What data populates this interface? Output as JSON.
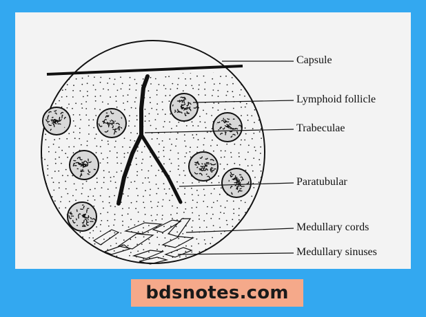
{
  "labels": {
    "capsule": "Capsule",
    "lymphoid_follicle": "Lymphoid follicle",
    "trabeculae": "Trabeculae",
    "paratubular": "Paratubular",
    "medullary_cords": "Medullary cords",
    "medullary_sinuses": "Medullary sinuses"
  },
  "watermark": "bdsnotes.com",
  "colors": {
    "background": "#33a8f0",
    "panel": "#f3f3f3",
    "watermark_bg": "#f5a98a",
    "ink": "#111111"
  }
}
